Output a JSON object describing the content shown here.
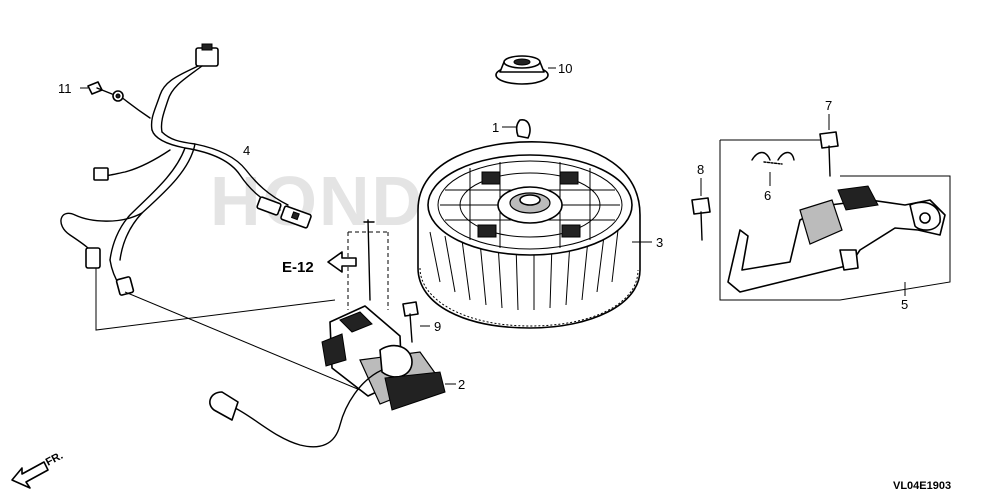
{
  "callouts": [
    {
      "id": "1",
      "label": "1"
    },
    {
      "id": "2",
      "label": "2"
    },
    {
      "id": "3",
      "label": "3"
    },
    {
      "id": "4",
      "label": "4"
    },
    {
      "id": "5",
      "label": "5"
    },
    {
      "id": "6",
      "label": "6"
    },
    {
      "id": "7",
      "label": "7"
    },
    {
      "id": "8",
      "label": "8"
    },
    {
      "id": "9",
      "label": "9"
    },
    {
      "id": "10",
      "label": "10"
    },
    {
      "id": "11",
      "label": "11"
    }
  ],
  "reference": {
    "label": "E-12"
  },
  "front_indicator": {
    "label": "FR."
  },
  "diagram_code": "VL04E1903",
  "watermark": "HONDA"
}
